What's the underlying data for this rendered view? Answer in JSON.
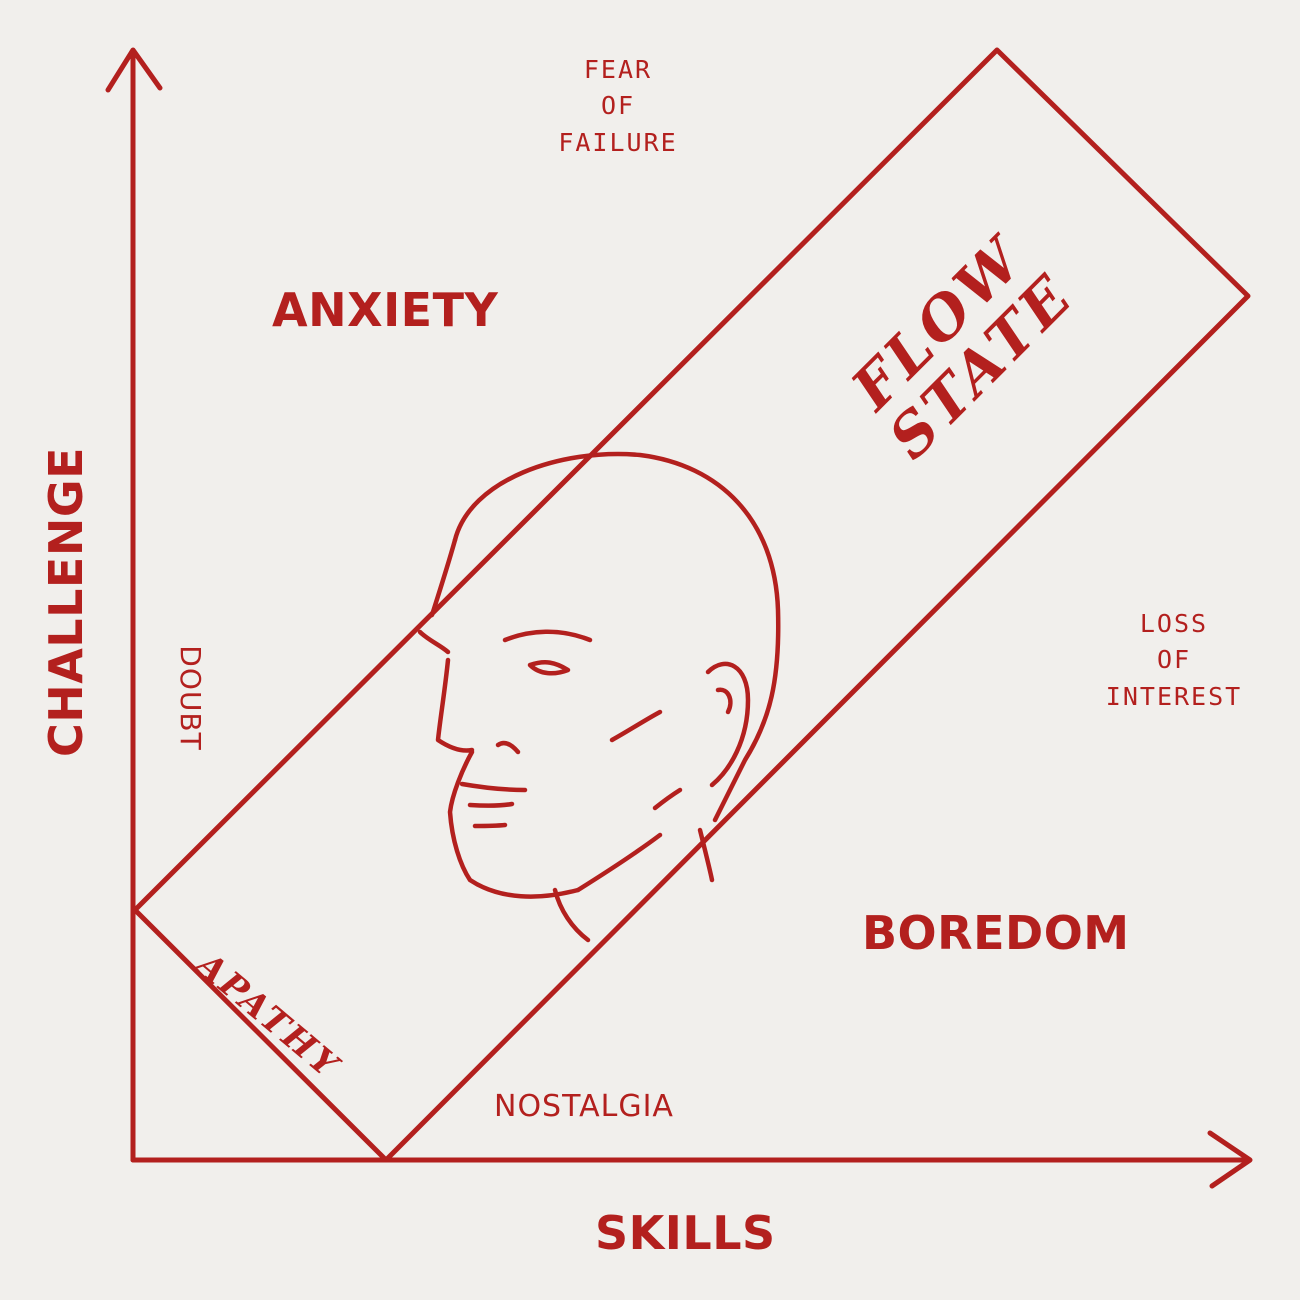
{
  "colors": {
    "ink": "#b3201e",
    "paper": "#f1efec"
  },
  "axes": {
    "y_label": "CHALLENGE",
    "x_label": "SKILLS"
  },
  "regions": {
    "anxiety": "ANXIETY",
    "boredom": "BOREDOM",
    "apathy": "APATHY",
    "flow_line1": "FLOW",
    "flow_line2": "STATE"
  },
  "notes": {
    "fear": [
      "FEAR",
      "OF",
      "FAILURE"
    ],
    "loss": [
      "LOSS",
      "OF",
      "INTEREST"
    ],
    "doubt": "DOUBT",
    "nostalgia": "NOSTALGIA"
  },
  "illustration": "head-illustration"
}
